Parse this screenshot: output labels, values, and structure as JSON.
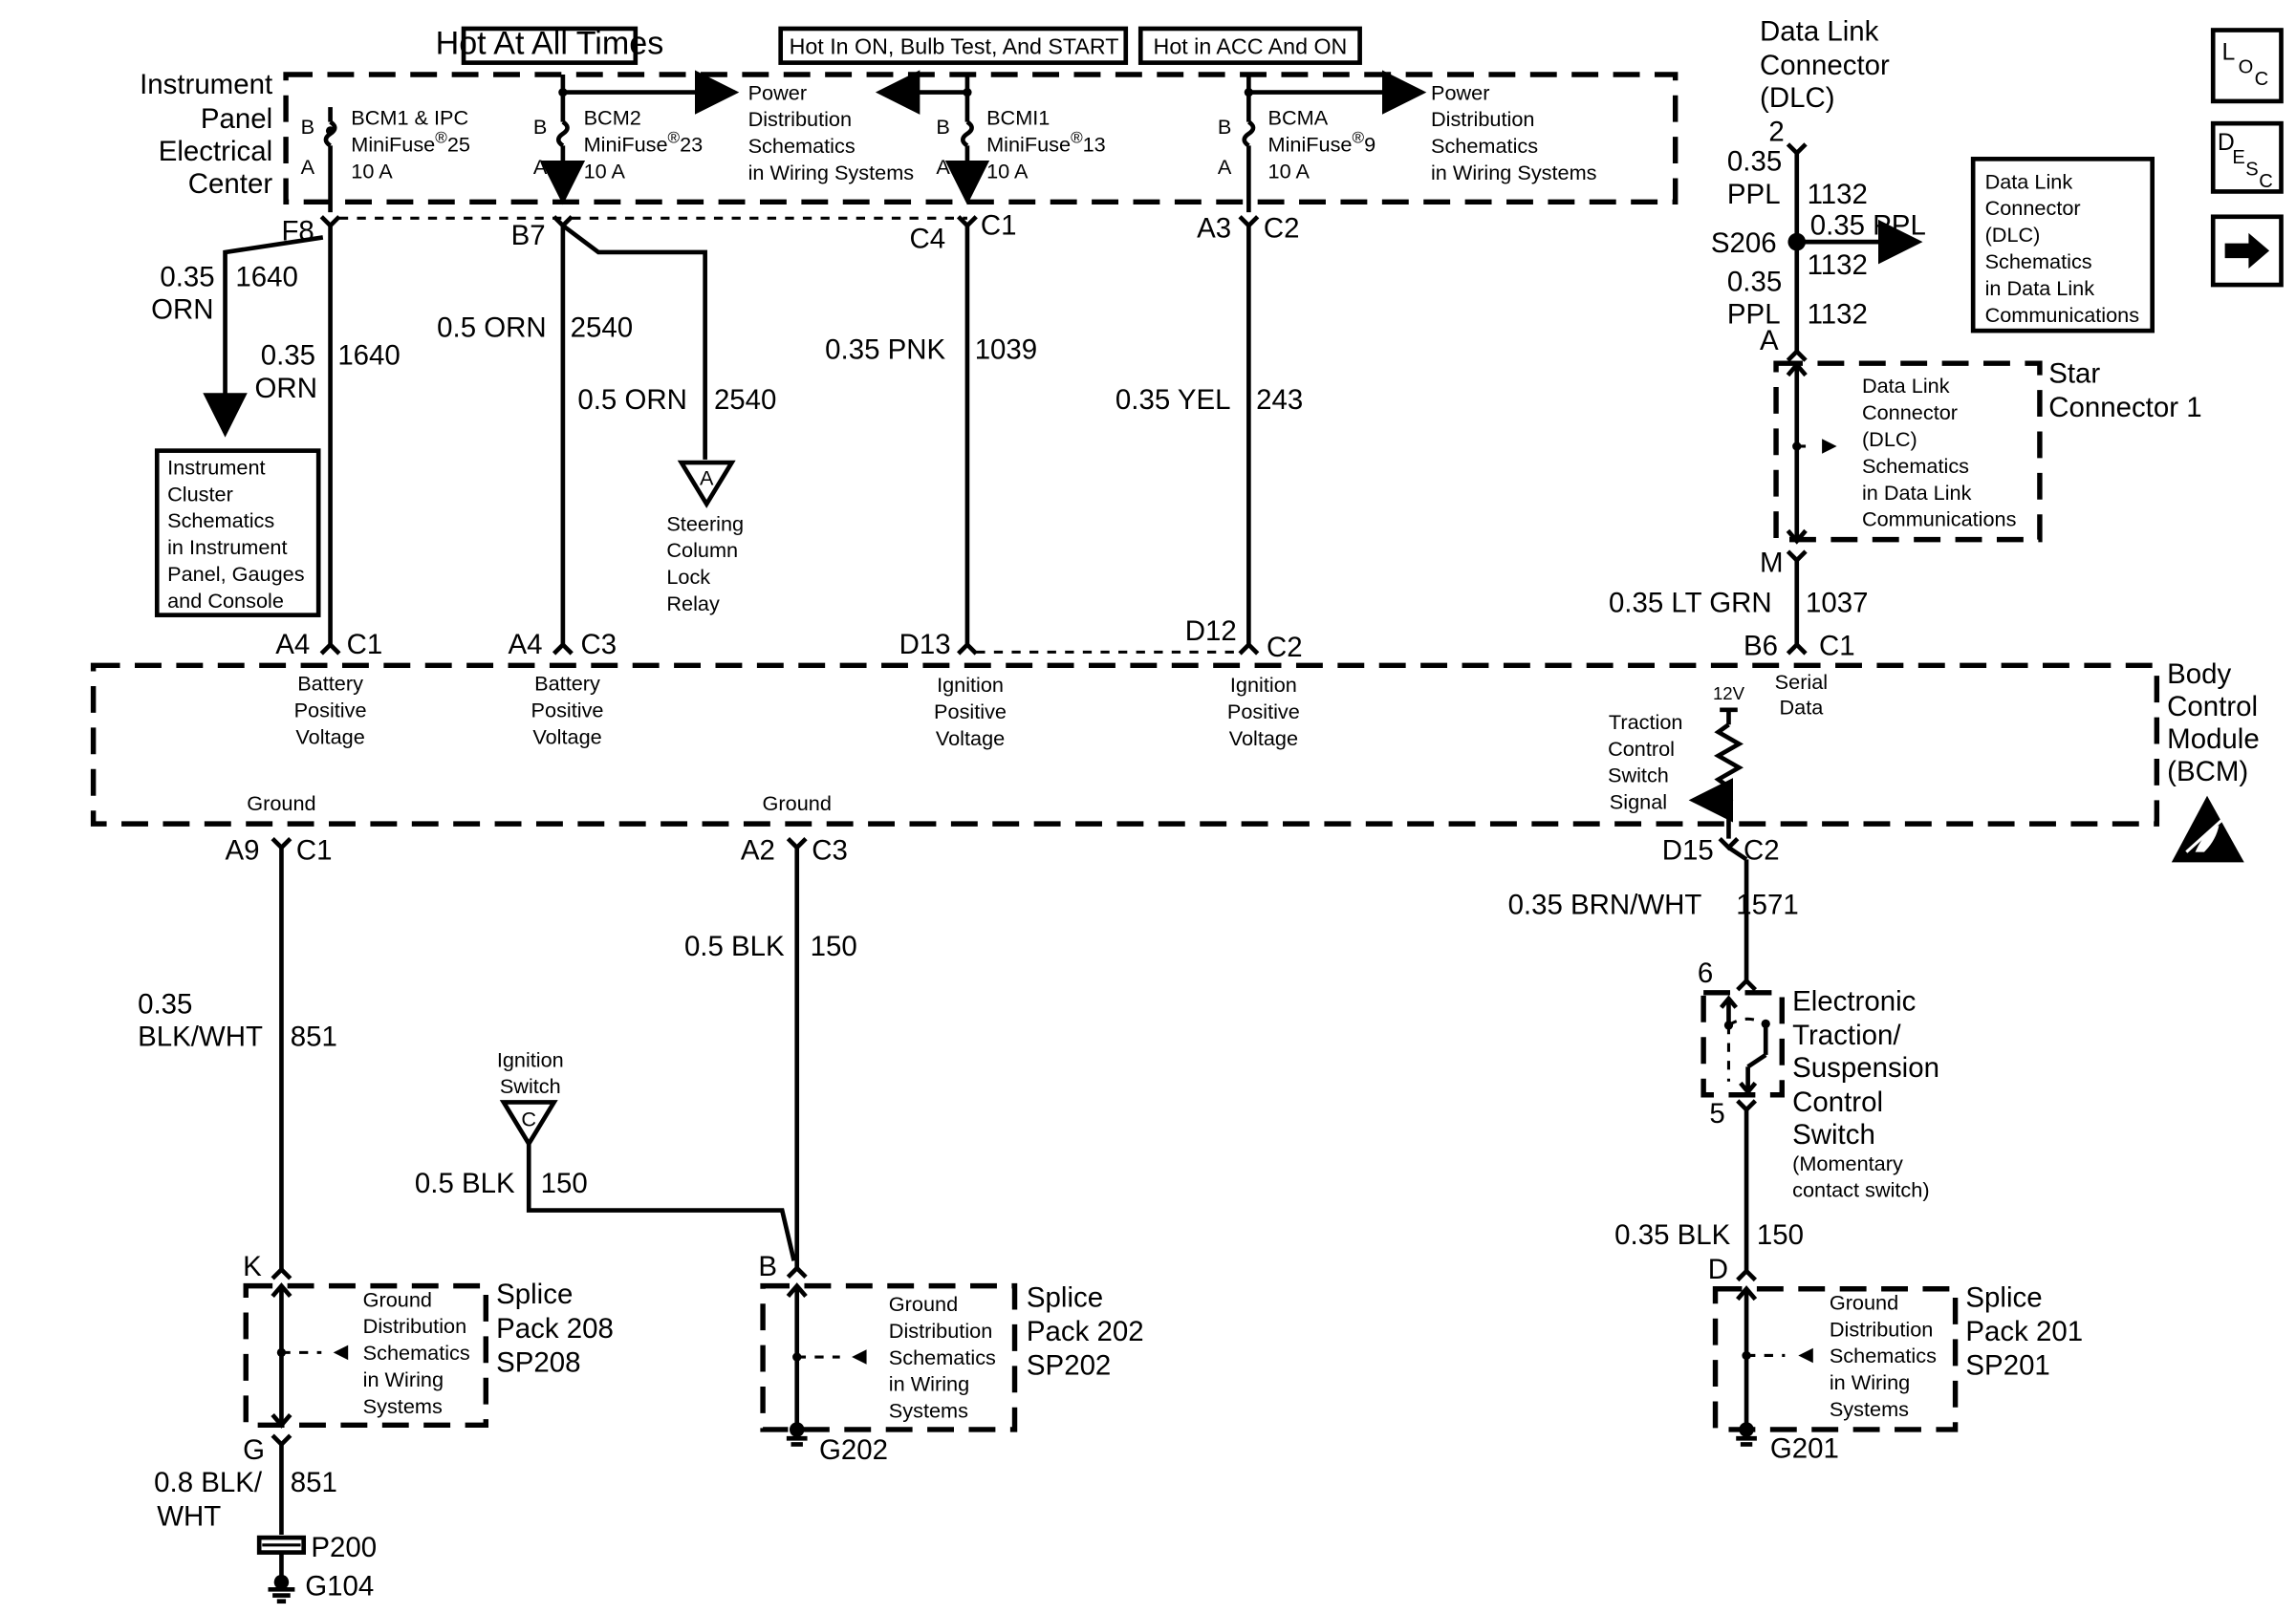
{
  "headers": {
    "hot_all_times": "Hot At All Times",
    "hot_on_bulb_start": "Hot In ON, Bulb Test, And START",
    "hot_acc_on": "Hot in ACC And ON"
  },
  "ipec": {
    "l1": "Instrument",
    "l2": "Panel",
    "l3": "Electrical",
    "l4": "Center"
  },
  "fuses": [
    {
      "l1": "BCM1 & IPC",
      "l2": "MiniFuse",
      "num": "25",
      "amp": "10 A",
      "b": "B",
      "a": "A"
    },
    {
      "l1": "BCM2",
      "l2": "MiniFuse",
      "num": "23",
      "amp": "10 A",
      "b": "B",
      "a": "A"
    },
    {
      "l1": "BCMI1",
      "l2": "MiniFuse",
      "num": "13",
      "amp": "10 A",
      "b": "B",
      "a": "A"
    },
    {
      "l1": "BCMA",
      "l2": "MiniFuse",
      "num": "9",
      "amp": "10 A",
      "b": "B",
      "a": "A"
    }
  ],
  "reg": "®",
  "pds1": {
    "l1": "Power",
    "l2": "Distribution",
    "l3": "Schematics",
    "l4": "in Wiring Systems"
  },
  "pds2": {
    "l1": "Power",
    "l2": "Distribution",
    "l3": "Schematics",
    "l4": "in Wiring Systems"
  },
  "pins_top": {
    "f8": "F8",
    "b7": "B7",
    "c4": "C4",
    "c1": "C1",
    "a3": "A3",
    "c2": "C2"
  },
  "wires_top": {
    "w1640a": "0.35",
    "w1640a_n": "1640",
    "w1640a_c": "ORN",
    "w1640b": "0.35",
    "w1640b_n": "1640",
    "w1640b_c": "ORN",
    "w2540a": "0.5 ORN",
    "w2540a_n": "2540",
    "w2540b": "0.5 ORN",
    "w2540b_n": "2540",
    "w1039": "0.35 PNK",
    "w1039_n": "1039",
    "w243": "0.35 YEL",
    "w243_n": "243"
  },
  "ic_box": {
    "l1": "Instrument",
    "l2": "Cluster",
    "l3": "Schematics",
    "l4": "in Instrument",
    "l5": "Panel, Gauges",
    "l6": "and Console"
  },
  "relay": {
    "letter": "A",
    "l1": "Steering",
    "l2": "Column",
    "l3": "Lock",
    "l4": "Relay"
  },
  "bcm_pins_top": {
    "a4": "A4",
    "c1": "C1",
    "a4b": "A4",
    "c3": "C3",
    "d13": "D13",
    "d12": "D12",
    "c2": "C2",
    "b6": "B6",
    "c1b": "C1"
  },
  "bcm": {
    "l1": "Body",
    "l2": "Control",
    "l3": "Module",
    "l4": "(BCM)",
    "bpv1": [
      "Battery",
      "Positive",
      "Voltage"
    ],
    "bpv2": [
      "Battery",
      "Positive",
      "Voltage"
    ],
    "ipv1": [
      "Ignition",
      "Positive",
      "Voltage"
    ],
    "ipv2": [
      "Ignition",
      "Positive",
      "Voltage"
    ],
    "serial": [
      "Serial",
      "Data"
    ],
    "tcs": [
      "Traction",
      "Control",
      "Switch",
      "Signal"
    ],
    "v12": "12V",
    "ground1": "Ground",
    "ground2": "Ground"
  },
  "bcm_pins_bottom": {
    "a9": "A9",
    "c1": "C1",
    "a2": "A2",
    "c3": "C3",
    "d15": "D15",
    "c2": "C2"
  },
  "dlc": {
    "l1": "Data Link",
    "l2": "Connector",
    "l3": "(DLC)",
    "pin2": "2",
    "pinA": "A",
    "pinM": "M",
    "w1": "0.35",
    "w1c": "PPL",
    "w1n": "1132",
    "s206": "S206",
    "w2": "0.35 PPL",
    "w2n": "1132",
    "w3": "0.35",
    "w3c": "PPL",
    "w3n": "1132",
    "w4": "0.35 LT GRN",
    "w4n": "1037"
  },
  "dlc_box": {
    "l1": "Data Link",
    "l2": "Connector",
    "l3": "(DLC)",
    "l4": "Schematics",
    "l5": "in Data Link",
    "l6": "Communications"
  },
  "star": {
    "l1": "Star",
    "l2": "Connector 1",
    "t1": "Data Link",
    "t2": "Connector",
    "t3": "(DLC)",
    "t4": "Schematics",
    "t5": "in Data Link",
    "t6": "Communications"
  },
  "icons": {
    "loc": "L",
    "loc2": "O",
    "loc3": "C",
    "desc": "D",
    "desc2": "E",
    "desc3": "S",
    "desc4": "C",
    "next": "next-arrow-icon",
    "esd": "esd-warning-icon"
  },
  "ground_left": {
    "w1": "0.35",
    "w1c": "BLK/WHT",
    "w1n": "851",
    "k": "K",
    "g": "G",
    "w2": "0.8 BLK/",
    "w2c": "WHT",
    "w2n": "851",
    "p200": "P200",
    "g104": "G104"
  },
  "sp208": {
    "l1": "Splice",
    "l2": "Pack 208",
    "l3": "SP208",
    "t1": "Ground",
    "t2": "Distribution",
    "t3": "Schematics",
    "t4": "in Wiring",
    "t5": "Systems"
  },
  "ground_mid": {
    "w1": "0.5 BLK",
    "w1n": "150",
    "ign_l1": "Ignition",
    "ign_l2": "Switch",
    "ign_c": "C",
    "w2": "0.5 BLK",
    "w2n": "150",
    "b": "B",
    "g202": "G202"
  },
  "sp202": {
    "l1": "Splice",
    "l2": "Pack 202",
    "l3": "SP202",
    "t1": "Ground",
    "t2": "Distribution",
    "t3": "Schematics",
    "t4": "in Wiring",
    "t5": "Systems"
  },
  "ground_right": {
    "w1": "0.35 BRN/WHT",
    "w1n": "1571",
    "p6": "6",
    "p5": "5",
    "w2": "0.35 BLK",
    "w2n": "150",
    "d": "D",
    "g201": "G201"
  },
  "etsc": {
    "l1": "Electronic",
    "l2": "Traction/",
    "l3": "Suspension",
    "l4": "Control",
    "l5": "Switch",
    "l6": "(Momentary",
    "l7": "contact switch)"
  },
  "sp201": {
    "l1": "Splice",
    "l2": "Pack 201",
    "l3": "SP201",
    "t1": "Ground",
    "t2": "Distribution",
    "t3": "Schematics",
    "t4": "in Wiring",
    "t5": "Systems"
  }
}
